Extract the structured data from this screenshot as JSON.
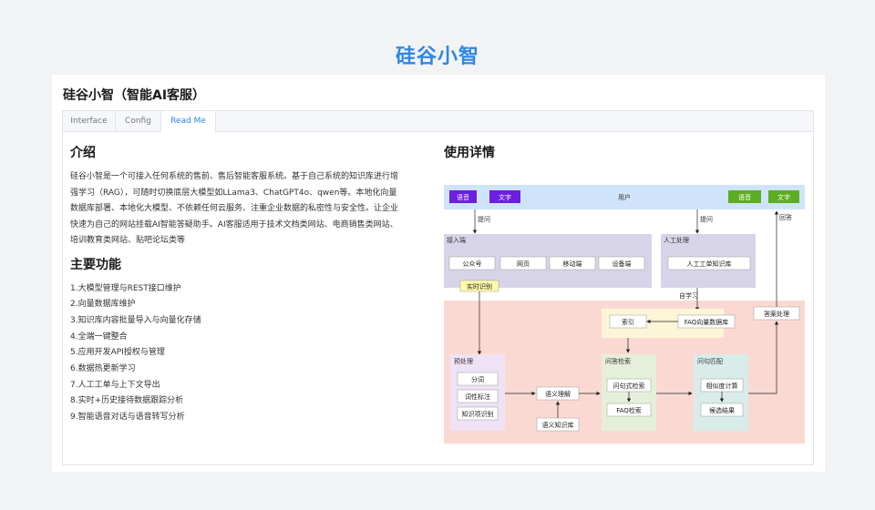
{
  "brand": "硅谷小智",
  "card_title": "硅谷小智（智能AI客服）",
  "tabs": [
    {
      "label": "Interface",
      "active": false
    },
    {
      "label": "Config",
      "active": false
    },
    {
      "label": "Read Me",
      "active": true
    }
  ],
  "intro": {
    "heading": "介绍",
    "text": "硅谷小智是一个可接入任何系统的售前、售后智能客服系统。基于自己系统的知识库进行增强学习（RAG），可随时切换底层大模型如LLama3、ChatGPT4o、qwen等。本地化向量数据库部署、本地化大模型、不依赖任何云服务、注重企业数据的私密性与安全性。让企业快速为自己的网站挂载AI智能答疑助手。AI客服适用于技术文档类网站、电商销售类网站、培训教育类网站、贴吧论坛类等"
  },
  "features": {
    "heading": "主要功能",
    "items": [
      "1.大模型管理与REST接口维护",
      "2.向量数据库维护",
      "3.知识库内容批量导入与向量化存储",
      "4.全端一键整合",
      "5.应用开发API授权与管理",
      "6.数据热更新学习",
      "7.人工工单与上下文导出",
      "8.实时+历史接待数据跟踪分析",
      "9.智能语音对话与语音转写分析"
    ]
  },
  "usage": {
    "heading": "使用详情",
    "diagram": {
      "user": "用户",
      "voice_in": "语音",
      "text_in": "文字",
      "voice_out": "语音",
      "text_out": "文字",
      "ask_left": "提问",
      "ask_right": "提问",
      "answer": "回答",
      "access": "接入端",
      "access_items": [
        "公众号",
        "网页",
        "移动端",
        "设备端"
      ],
      "manual": "人工处理",
      "manual_kb": "人工工单知识库",
      "realtime": "实时识别",
      "self_learn": "自学习",
      "index": "索引",
      "faq_db": "FAQ向量数据库",
      "answer_proc": "答案处理",
      "preprocess": "预处理",
      "pre_items": [
        "分词",
        "词性标注",
        "知识项识别"
      ],
      "semantic": "语义理解",
      "semantic_kb": "语义知识库",
      "qa_search": "问答检索",
      "qa_items": [
        "问句式检索",
        "FAQ检索"
      ],
      "match": "问句匹配",
      "match_items": [
        "相似度计算",
        "候选结果"
      ]
    }
  },
  "colors": {
    "brand": "#2f86e6",
    "active_tab": "#2f86e6",
    "user_band": "#cfe4fb",
    "purple_btn": "#6c1fe0",
    "green_btn": "#5cad22",
    "access_bg": "#d7d4e9",
    "process_bg": "#fbd9d3",
    "realtime_bg": "#fffca8",
    "index_bg": "#fdf5d8",
    "pre_bg": "#f0e2f5",
    "qa_bg": "#e6efd9",
    "match_bg": "#d9ece9"
  }
}
